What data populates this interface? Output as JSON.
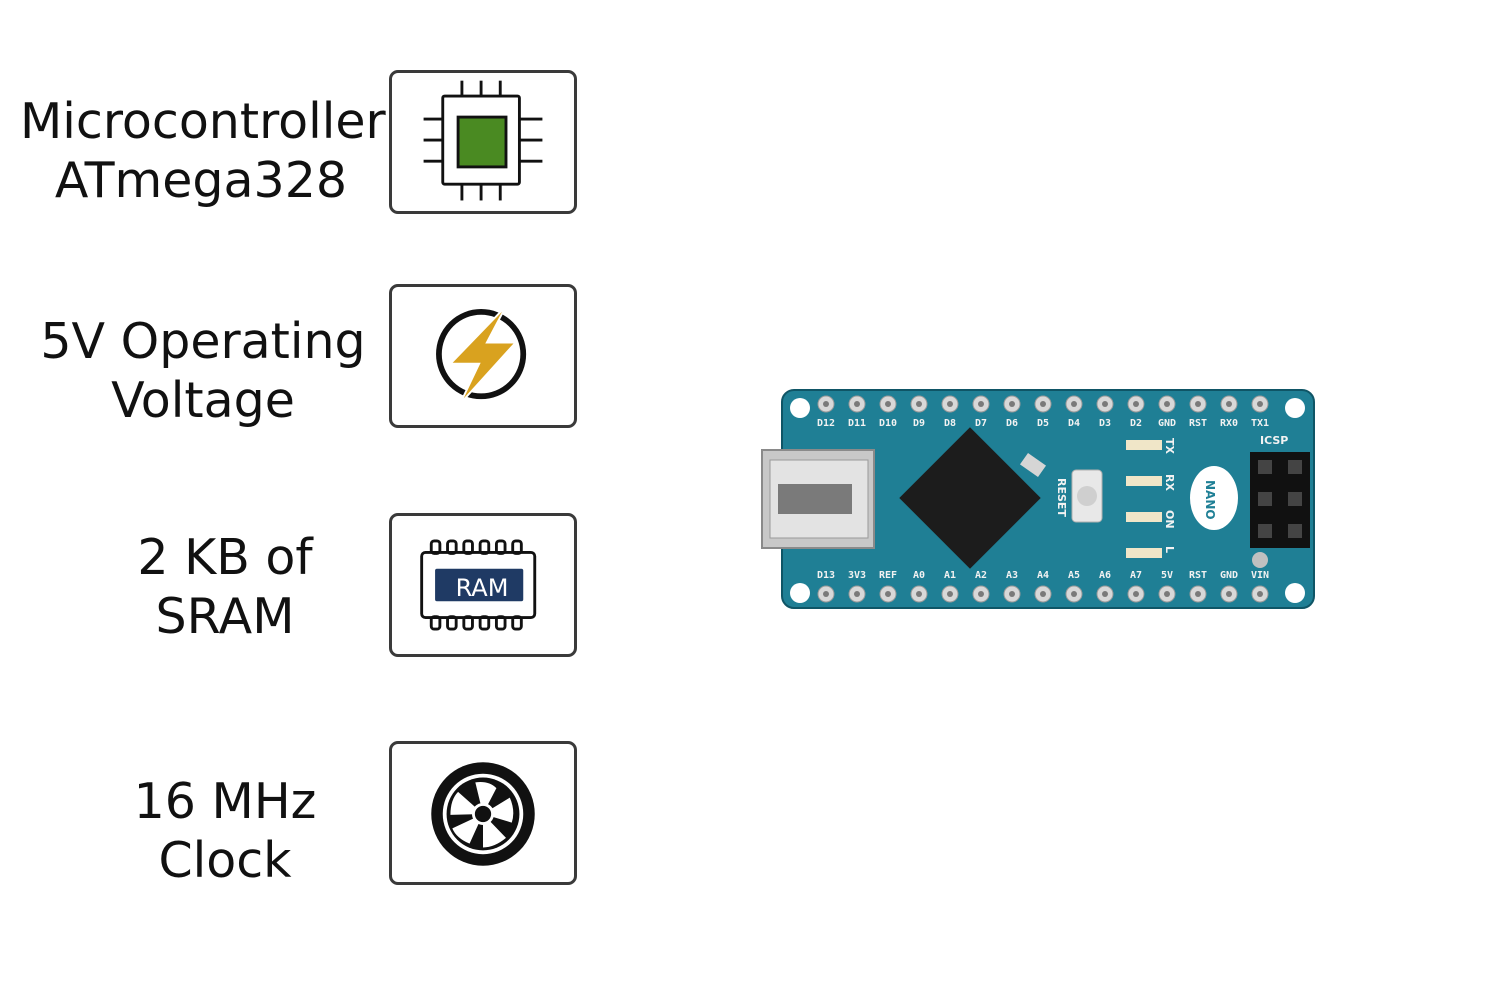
{
  "features": [
    {
      "line1": "Microcontroller",
      "line2": "ATmega328",
      "icon": "cpu-chip-icon"
    },
    {
      "line1": "5V Operating",
      "line2": "Voltage",
      "icon": "lightning-bolt-icon"
    },
    {
      "line1": "2 KB of",
      "line2": "SRAM",
      "icon": "ram-module-icon",
      "icon_text": "RAM"
    },
    {
      "line1": "16 MHz",
      "line2": "Clock",
      "icon": "clock-fan-icon"
    }
  ],
  "board": {
    "top_pins": [
      "D12",
      "D11",
      "D10",
      "D9",
      "D8",
      "D7",
      "D6",
      "D5",
      "D4",
      "D3",
      "D2",
      "GND",
      "RST",
      "RX0",
      "TX1"
    ],
    "bottom_pins": [
      "D13",
      "3V3",
      "REF",
      "A0",
      "A1",
      "A2",
      "A3",
      "A4",
      "A5",
      "A6",
      "A7",
      "5V",
      "RST",
      "GND",
      "VIN"
    ],
    "icsp_label": "ICSP",
    "reset_label": "RESET",
    "led_labels": [
      "TX",
      "RX",
      "ON",
      "L"
    ],
    "nano_label": "NANO"
  },
  "colors": {
    "chip_green": "#4a8a22",
    "bolt_gold": "#d9a21f",
    "ram_navy": "#1f3a64",
    "board_teal": "#1f7f95"
  }
}
